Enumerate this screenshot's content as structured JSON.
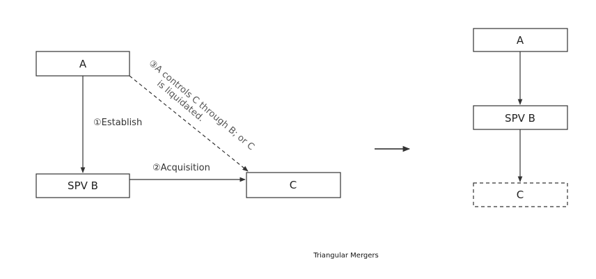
{
  "diagram": {
    "caption": "Triangular Mergers",
    "left": {
      "nodes": {
        "a": "A",
        "spv_b": "SPV B",
        "c": "C"
      },
      "edges": {
        "establish": "①Establish",
        "acquisition": "②Acquisition",
        "control_line1": "③A controls C through B; or C",
        "control_line2": "is liquidated."
      }
    },
    "right": {
      "nodes": {
        "a": "A",
        "spv_b": "SPV B",
        "c": "C"
      }
    }
  }
}
